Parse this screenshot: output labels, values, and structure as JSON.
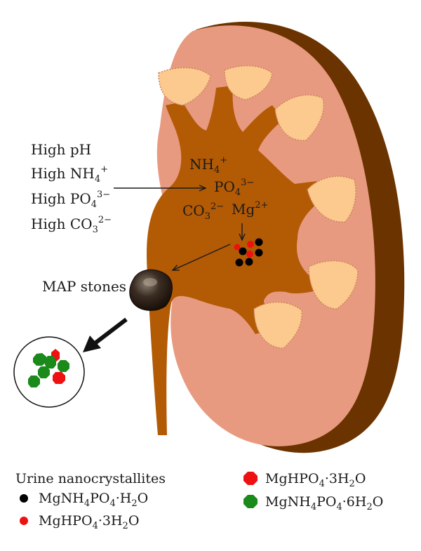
{
  "conditions": {
    "ph": "High pH",
    "nh4": {
      "base": "High NH",
      "sub": "4",
      "sup": "+"
    },
    "po4": {
      "base": "High PO",
      "sub": "4",
      "sup": "3−"
    },
    "co3": {
      "base": "High CO",
      "sub": "3",
      "sup": "2−"
    }
  },
  "ions": {
    "nh4": {
      "base": "NH",
      "sub": "4",
      "sup": "+"
    },
    "po4": {
      "base": "PO",
      "sub": "4",
      "sup": "3−"
    },
    "co3": {
      "base": "CO",
      "sub": "3",
      "sup": "2−"
    },
    "mg": {
      "base": "Mg",
      "sup": "2+"
    }
  },
  "stones_label": "MAP stones",
  "legend": {
    "heading": "Urine nanocrystallites",
    "black": {
      "p1": "MgNH",
      "s1": "4",
      "p2": "PO",
      "s2": "4",
      "p3": "·H",
      "s3": "2",
      "p4": "O"
    },
    "red": {
      "p1": "MgHPO",
      "s1": "4",
      "p2": "·3H",
      "s2": "2",
      "p3": "O"
    },
    "red_hex": {
      "p1": "MgHPO",
      "s1": "4",
      "p2": "·3H",
      "s2": "2",
      "p3": "O"
    },
    "green_hex": {
      "p1": "MgNH",
      "s1": "4",
      "p2": "PO",
      "s2": "4",
      "p3": "·6H",
      "s3": "2",
      "p4": "O"
    }
  },
  "colors": {
    "cortex": "#e89a80",
    "pelvis": "#b35a05",
    "capsule": "#6b3300",
    "papilla": "#fcc98e",
    "crystal_black": "#000000",
    "crystal_red": "#ee1111",
    "crystal_green": "#1a8a1a"
  }
}
